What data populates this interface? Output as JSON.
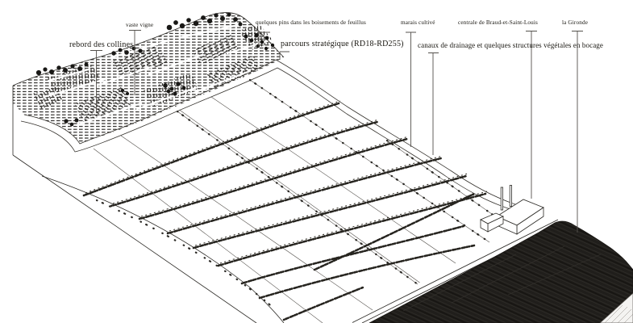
{
  "figure": {
    "type": "annotated-landscape-block-diagram",
    "paper_color": "#ffffff",
    "ink_color": "#26241f",
    "river_color": "#1e1c19",
    "labels": {
      "rebord": {
        "text": "rebord des collines"
      },
      "vaste_vigne": {
        "text": "vaste vigne"
      },
      "pins": {
        "text": "quelques pins dans les boisements de feuillus"
      },
      "parcours": {
        "text": "parcours stratégique (RD18-RD255)"
      },
      "marais": {
        "text": "marais cultivé"
      },
      "canaux": {
        "text": "canaux de drainage et quelques structures végétales en bocage"
      },
      "centrale": {
        "text": "centrale de Braud-et-Saint-Louis"
      },
      "gironde": {
        "text": "la Gironde"
      }
    }
  }
}
